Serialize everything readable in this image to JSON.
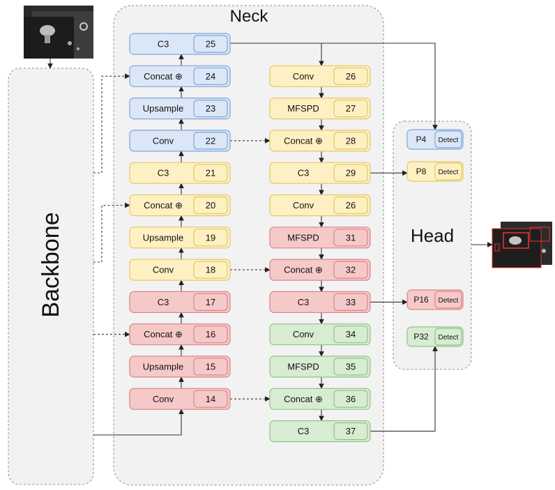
{
  "titles": {
    "neck": "Neck",
    "backbone": "Backbone",
    "head": "Head"
  },
  "colors": {
    "blue": {
      "fill": "#dbe7f7",
      "stroke": "#7ea6d8"
    },
    "yellow": {
      "fill": "#fdf0c2",
      "stroke": "#e5c766"
    },
    "red": {
      "fill": "#f6c9c9",
      "stroke": "#d98585"
    },
    "green": {
      "fill": "#d7ecd2",
      "stroke": "#93c285"
    },
    "panel": {
      "fill": "#f2f2f2",
      "stroke": "#8a8a8a"
    }
  },
  "neck_left": [
    {
      "name": "C3",
      "num": "25",
      "color": "blue"
    },
    {
      "name": "Concat ⊕",
      "num": "24",
      "color": "blue"
    },
    {
      "name": "Upsample",
      "num": "23",
      "color": "blue"
    },
    {
      "name": "Conv",
      "num": "22",
      "color": "blue"
    },
    {
      "name": "C3",
      "num": "21",
      "color": "yellow"
    },
    {
      "name": "Concat ⊕",
      "num": "20",
      "color": "yellow"
    },
    {
      "name": "Upsample",
      "num": "19",
      "color": "yellow"
    },
    {
      "name": "Conv",
      "num": "18",
      "color": "yellow"
    },
    {
      "name": "C3",
      "num": "17",
      "color": "red"
    },
    {
      "name": "Concat ⊕",
      "num": "16",
      "color": "red"
    },
    {
      "name": "Upsample",
      "num": "15",
      "color": "red"
    },
    {
      "name": "Conv",
      "num": "14",
      "color": "red"
    }
  ],
  "neck_right": [
    {
      "name": "Conv",
      "num": "26",
      "color": "yellow"
    },
    {
      "name": "MFSPD",
      "num": "27",
      "color": "yellow"
    },
    {
      "name": "Concat ⊕",
      "num": "28",
      "color": "yellow"
    },
    {
      "name": "C3",
      "num": "29",
      "color": "yellow"
    },
    {
      "name": "Conv",
      "num": "26",
      "color": "yellow"
    },
    {
      "name": "MFSPD",
      "num": "31",
      "color": "red"
    },
    {
      "name": "Concat ⊕",
      "num": "32",
      "color": "red"
    },
    {
      "name": "C3",
      "num": "33",
      "color": "red"
    },
    {
      "name": "Conv",
      "num": "34",
      "color": "green"
    },
    {
      "name": "MFSPD",
      "num": "35",
      "color": "green"
    },
    {
      "name": "Concat ⊕",
      "num": "36",
      "color": "green"
    },
    {
      "name": "C3",
      "num": "37",
      "color": "green"
    }
  ],
  "head": [
    {
      "name": "P4",
      "label": "Detect",
      "color": "blue"
    },
    {
      "name": "P8",
      "label": "Detect",
      "color": "yellow"
    },
    {
      "name": "P16",
      "label": "Detect",
      "color": "red"
    },
    {
      "name": "P32",
      "label": "Detect",
      "color": "green"
    }
  ],
  "images": {
    "input": "input-image",
    "output": "output-image"
  }
}
